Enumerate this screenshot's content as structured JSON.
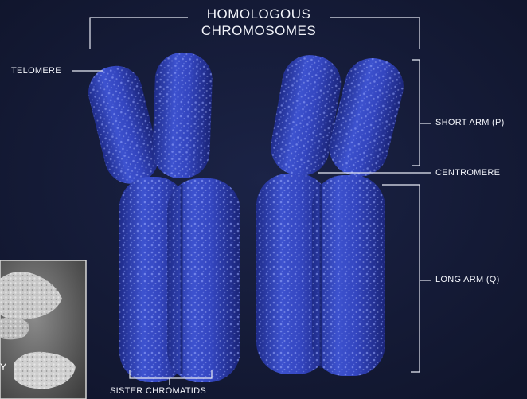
{
  "title": {
    "line1": "HOMOLOGOUS",
    "line2": "CHROMOSOMES"
  },
  "labels": {
    "telomere": "TELOMERE",
    "short_arm": "SHORT ARM (P)",
    "centromere": "CENTROMERE",
    "long_arm": "LONG ARM (Q)",
    "sister_chromatids": "SISTER CHROMATIDS",
    "inset_letter": "Y"
  },
  "colors": {
    "background": "#141a35",
    "chromosome": "#3344b8",
    "chromosome_highlight": "#8ea0ff",
    "line": "#e8ebf5"
  }
}
